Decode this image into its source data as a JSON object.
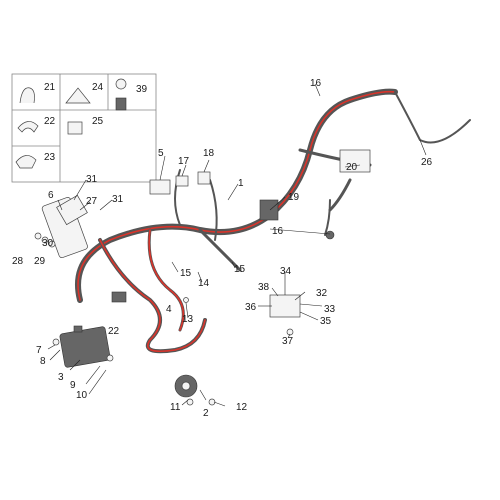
{
  "callouts": {
    "c1": "1",
    "c2": "2",
    "c3": "3",
    "c4": "4",
    "c5": "5",
    "c6": "6",
    "c7": "7",
    "c8": "8",
    "c9": "9",
    "c10": "10",
    "c11": "11",
    "c12": "12",
    "c13": "13",
    "c14": "14",
    "c15a": "15",
    "c15b": "15",
    "c16a": "16",
    "c16b": "16",
    "c17": "17",
    "c18": "18",
    "c19": "19",
    "c20": "20",
    "c21": "21",
    "c22a": "22",
    "c22b": "22",
    "c23": "23",
    "c24": "24",
    "c25": "25",
    "c26": "26",
    "c27": "27",
    "c28": "28",
    "c29": "29",
    "c30": "30",
    "c31a": "31",
    "c31b": "31",
    "c32": "32",
    "c33": "33",
    "c34": "34",
    "c35": "35",
    "c36": "36",
    "c37": "37",
    "c38": "38",
    "c39": "39"
  },
  "colors": {
    "harness": "#d9342b",
    "line": "#222222",
    "part_fill": "#f4f4f4"
  }
}
